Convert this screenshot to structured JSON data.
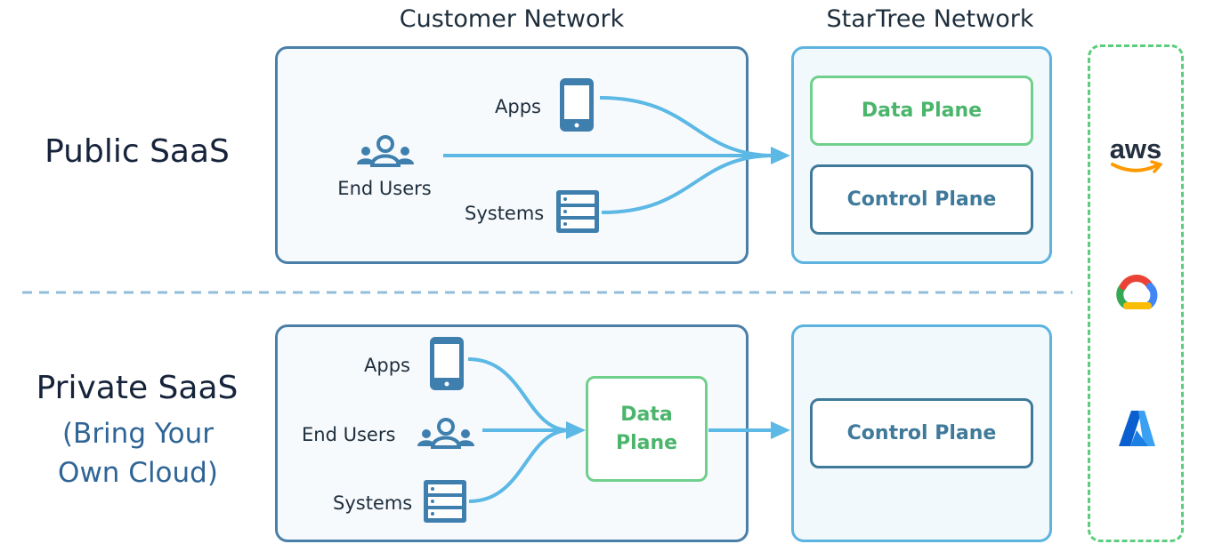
{
  "headers": {
    "customer": "Customer Network",
    "startree": "StarTree Network"
  },
  "public": {
    "title": "Public SaaS",
    "apps": "Apps",
    "end_users": "End Users",
    "systems": "Systems",
    "data_plane": "Data Plane",
    "control_plane": "Control Plane"
  },
  "private": {
    "title": "Private SaaS",
    "subtitle": "(Bring Your Own Cloud)",
    "apps": "Apps",
    "end_users": "End Users",
    "systems": "Systems",
    "data_plane": "Data Plane",
    "control_plane": "Control Plane"
  },
  "clouds": {
    "aws": "aws"
  },
  "icons": [
    "tablet-icon",
    "users-icon",
    "server-icon",
    "aws-logo",
    "google-cloud-logo",
    "azure-logo"
  ],
  "colors": {
    "arrow": "#5cb8e4",
    "data_plane": "#4ab56b",
    "control_plane": "#3f7a9a",
    "cloud_border": "#5ccd7d"
  }
}
